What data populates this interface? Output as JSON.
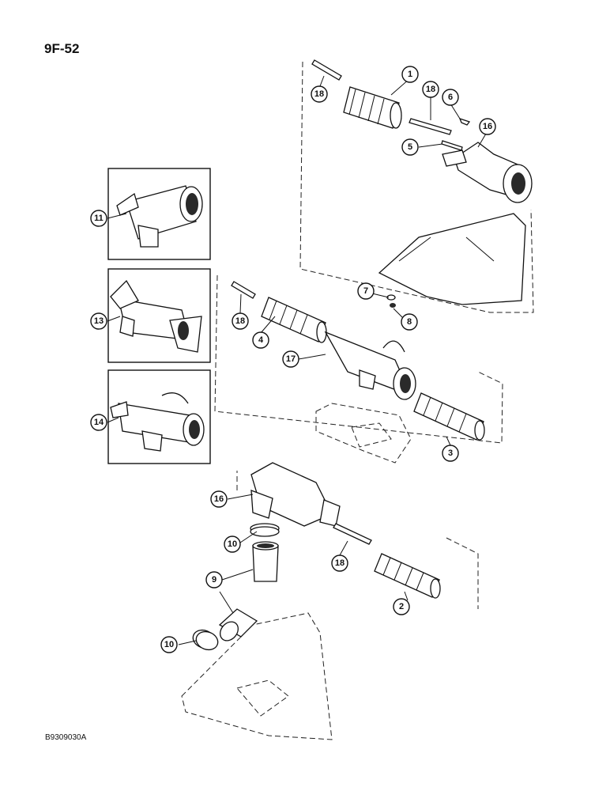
{
  "page": {
    "number": "9F-52",
    "drawing_code": "B9309030A"
  },
  "callouts": [
    {
      "id": "c1",
      "label": "1"
    },
    {
      "id": "c18a",
      "label": "18"
    },
    {
      "id": "c18b",
      "label": "18"
    },
    {
      "id": "c6",
      "label": "6"
    },
    {
      "id": "c16a",
      "label": "16"
    },
    {
      "id": "c5",
      "label": "5"
    },
    {
      "id": "c11",
      "label": "11"
    },
    {
      "id": "c7",
      "label": "7"
    },
    {
      "id": "c8",
      "label": "8"
    },
    {
      "id": "c13",
      "label": "13"
    },
    {
      "id": "c18c",
      "label": "18"
    },
    {
      "id": "c4",
      "label": "4"
    },
    {
      "id": "c17",
      "label": "17"
    },
    {
      "id": "c14",
      "label": "14"
    },
    {
      "id": "c3",
      "label": "3"
    },
    {
      "id": "c16b",
      "label": "16"
    },
    {
      "id": "c10a",
      "label": "10"
    },
    {
      "id": "c18d",
      "label": "18"
    },
    {
      "id": "c9",
      "label": "9"
    },
    {
      "id": "c2",
      "label": "2"
    },
    {
      "id": "c10b",
      "label": "10"
    }
  ]
}
